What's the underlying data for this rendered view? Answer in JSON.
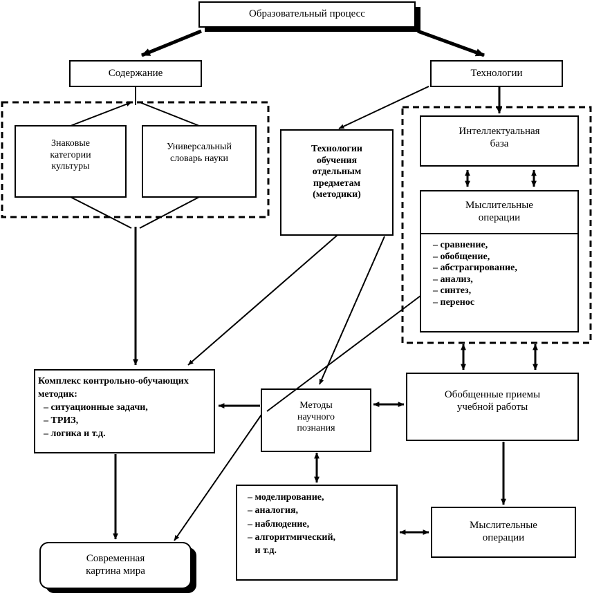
{
  "diagram": {
    "title_box": {
      "label": "Образовательный процесс"
    },
    "content_box": {
      "label": "Содержание"
    },
    "tech_box": {
      "label": "Технологии"
    },
    "sign_categories_box": {
      "line1": "Знаковые",
      "line2": "категории",
      "line3": "культуры"
    },
    "universal_dict_box": {
      "line1": "Универсальный",
      "line2": "словарь науки"
    },
    "subject_methods_box": {
      "line1": "Технологии",
      "line2": "обучения",
      "line3": "отдельным",
      "line4": "предметам",
      "line5": "(методики)"
    },
    "intellectual_base_box": {
      "line1": "Интеллектуальная",
      "line2": "база"
    },
    "mental_ops_box": {
      "line1": "Мыслительные",
      "line2": "операции"
    },
    "mental_ops_list_box": {
      "items": [
        "– сравнение,",
        "– обобщение,",
        "– абстрагирование,",
        "– анализ,",
        "– синтез,",
        "– перенос"
      ]
    },
    "complex_methods_box": {
      "heading_line1": "Комплекс контрольно-обучающих",
      "heading_line2": "методик:",
      "items": [
        "– ситуационные задачи,",
        "– ТРИЗ,",
        "– логика и т.д."
      ]
    },
    "scientific_methods_box": {
      "line1": "Методы",
      "line2": "научного",
      "line3": "познания"
    },
    "generalized_methods_box": {
      "line1": "Обобщенные приемы",
      "line2": "учебной работы"
    },
    "methods_list_box": {
      "items": [
        "– моделирование,",
        "– аналогия,",
        "– наблюдение,",
        "– алгоритмический,",
        "   и т.д."
      ]
    },
    "mental_ops_box2": {
      "line1": "Мыслительные",
      "line2": "операции"
    },
    "modern_picture_box": {
      "line1": "Современная",
      "line2": "картина мира"
    },
    "colors": {
      "stroke": "#000000",
      "fill": "#ffffff",
      "shadow": "#000000"
    }
  }
}
